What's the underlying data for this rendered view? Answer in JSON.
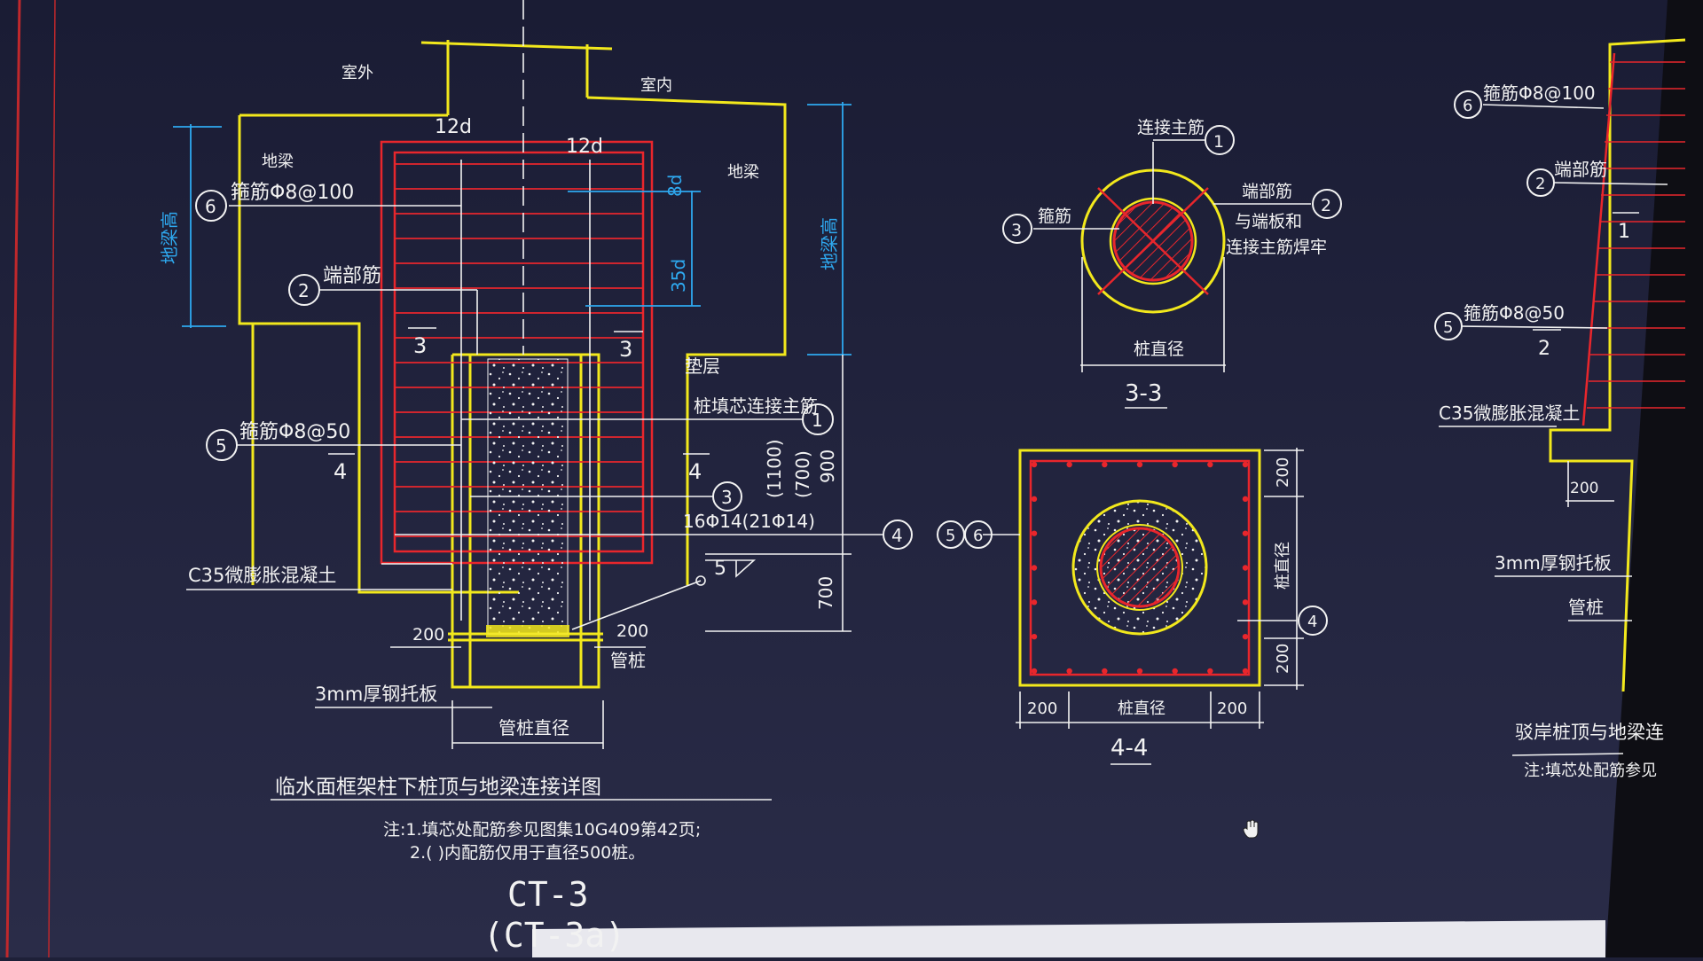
{
  "colors": {
    "background": "#1e2038",
    "yellow": "#f2e81c",
    "red": "#e8262c",
    "white": "#f2f2f2",
    "cyan": "#2ea9f0",
    "screen_edge": "#c0282c"
  },
  "main_detail": {
    "outdoor": "室外",
    "indoor": "室内",
    "ground_beam_left": "地梁",
    "ground_beam_right": "地梁",
    "dim_12d_left": "12d",
    "dim_12d_right": "12d",
    "dim_8d": "8d",
    "dim_35d": "35d",
    "beam_height_left": "地梁高",
    "beam_height_right": "地梁高",
    "callout_6": "箍筋Φ8@100",
    "callout_2": "端部筋",
    "callout_5": "箍筋Φ8@50",
    "callout_1": "桩填芯连接主筋",
    "callout_4": "16Φ14(21Φ14)",
    "cushion": "垫层",
    "concrete": "C35微膨胀混凝土",
    "plate": "3mm厚钢托板",
    "pipe_pile": "管桩",
    "pile_dia": "管桩直径",
    "dim_200_left": "200",
    "dim_200_right": "200",
    "dim_1100": "(1100)",
    "dim_700a": "(700)",
    "dim_900": "900",
    "dim_700": "700",
    "sec3_left": "3",
    "sec3_right": "3",
    "sec4_left": "4",
    "sec4_right": "4",
    "weld_5": "5",
    "num_1": "1",
    "num_2": "2",
    "num_3": "3",
    "num_4": "4",
    "num_5": "5",
    "num_6": "6",
    "title": "临水面框架柱下桩顶与地梁连接详图",
    "note_1": "注:1.填芯处配筋参见图集10G409第42页;",
    "note_2": "2.( )内配筋仅用于直径500桩。",
    "code_1": "CT-3",
    "code_2": "(CT-3a)"
  },
  "section_33": {
    "main_bar": "连接主筋",
    "stirrup": "箍筋",
    "end_bar_1": "端部筋",
    "end_bar_2": "与端板和",
    "end_bar_3": "连接主筋焊牢",
    "pile_dia": "桩直径",
    "label": "3-3",
    "num_1": "1",
    "num_2": "2",
    "num_3": "3"
  },
  "section_44": {
    "label": "4-4",
    "dim_200_top": "200",
    "dim_200_bottom": "200",
    "dim_200_left": "200",
    "dim_200_right": "200",
    "pile_dia_h": "桩直径",
    "pile_dia_v": "桩直径",
    "num_4": "4",
    "num_5": "5",
    "num_6": "6"
  },
  "right_detail": {
    "callout_6": "箍筋Φ8@100",
    "callout_2": "端部筋",
    "sec_1": "1",
    "callout_5": "箍筋Φ8@50",
    "sec_2": "2",
    "concrete": "C35微膨胀混凝土",
    "dim_200": "200",
    "plate": "3mm厚钢托板",
    "pipe_pile": "管桩",
    "title_part": "驳岸桩顶与地梁连",
    "note_part": "注:填芯处配筋参见",
    "num_6": "6",
    "num_2": "2",
    "num_5": "5"
  }
}
